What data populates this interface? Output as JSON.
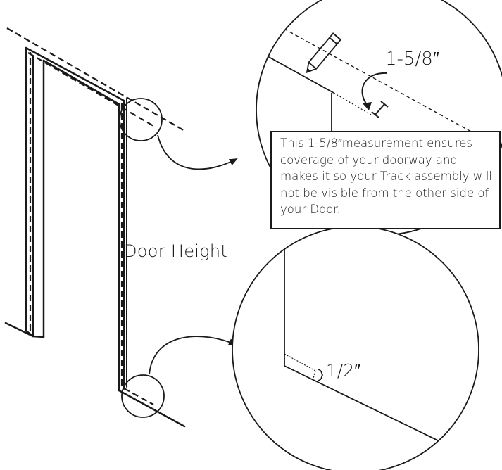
{
  "labels": {
    "door_height": "Door Height",
    "top_measurement": "1-5/8″",
    "bottom_measurement": "1/2″"
  },
  "callout": {
    "text": "This 1-5/8″measurement ensures coverage of your doorway and makes it so your Track assembly will not be visible from the other side of your Door."
  },
  "colors": {
    "line": "#1a1a1a",
    "background": "#ffffff"
  },
  "icons": [
    "pencil-icon",
    "curved-arrow-icon"
  ]
}
